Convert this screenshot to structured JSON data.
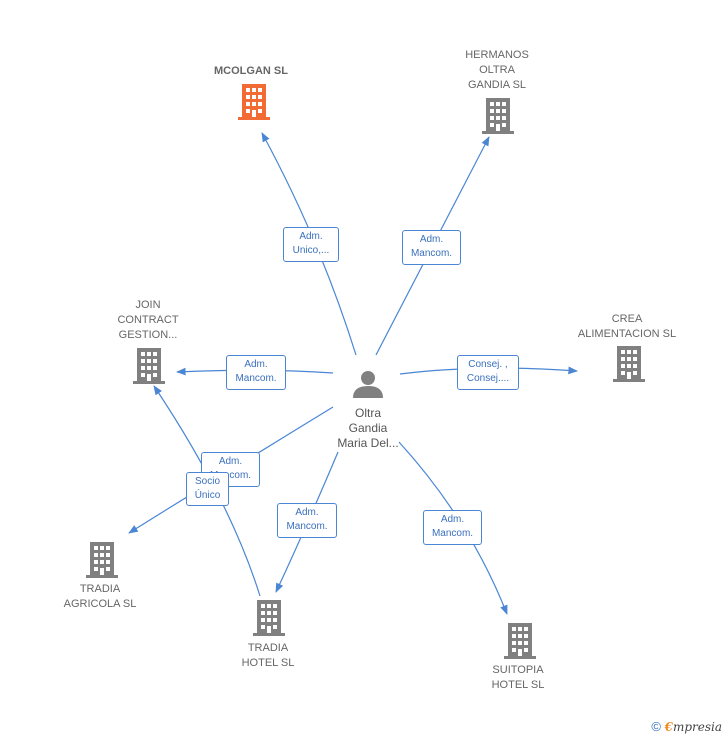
{
  "colors": {
    "edge": "#4a86d4",
    "building": "#808080",
    "building_highlight": "#f26b35",
    "person": "#808080"
  },
  "person": {
    "label": "Oltra\nGandia\nMaria Del...",
    "icon": "person-icon"
  },
  "nodes": [
    {
      "id": "mcolgan",
      "label": "MCOLGAN SL",
      "highlight": true,
      "icon": "building-icon"
    },
    {
      "id": "hermanos",
      "label": "HERMANOS\nOLTRA\nGANDIA SL",
      "highlight": false,
      "icon": "building-icon"
    },
    {
      "id": "join",
      "label": "JOIN\nCONTRACT\nGESTION...",
      "highlight": false,
      "icon": "building-icon"
    },
    {
      "id": "crea",
      "label": "CREA\nALIMENTACION SL",
      "highlight": false,
      "icon": "building-icon"
    },
    {
      "id": "tradia_agricola",
      "label": "TRADIA\nAGRICOLA SL",
      "highlight": false,
      "icon": "building-icon"
    },
    {
      "id": "tradia_hotel",
      "label": "TRADIA\nHOTEL SL",
      "highlight": false,
      "icon": "building-icon"
    },
    {
      "id": "suitopia",
      "label": "SUITOPIA\nHOTEL SL",
      "highlight": false,
      "icon": "building-icon"
    }
  ],
  "edges": [
    {
      "id": "e_mcolgan",
      "label": "Adm.\nUnico,..."
    },
    {
      "id": "e_hermanos",
      "label": "Adm.\nMancom."
    },
    {
      "id": "e_join",
      "label": "Adm.\nMancom."
    },
    {
      "id": "e_crea",
      "label": "Consej. ,\nConsej...."
    },
    {
      "id": "e_agricola",
      "label": "Adm.\nMancom."
    },
    {
      "id": "e_hotel",
      "label": "Adm.\nMancom."
    },
    {
      "id": "e_suitopia",
      "label": "Adm.\nMancom."
    },
    {
      "id": "e_socio",
      "label": "Socio\nÚnico"
    }
  ],
  "footer": {
    "copyright": "©",
    "brand_first": "€",
    "brand_rest": "mpresia"
  }
}
